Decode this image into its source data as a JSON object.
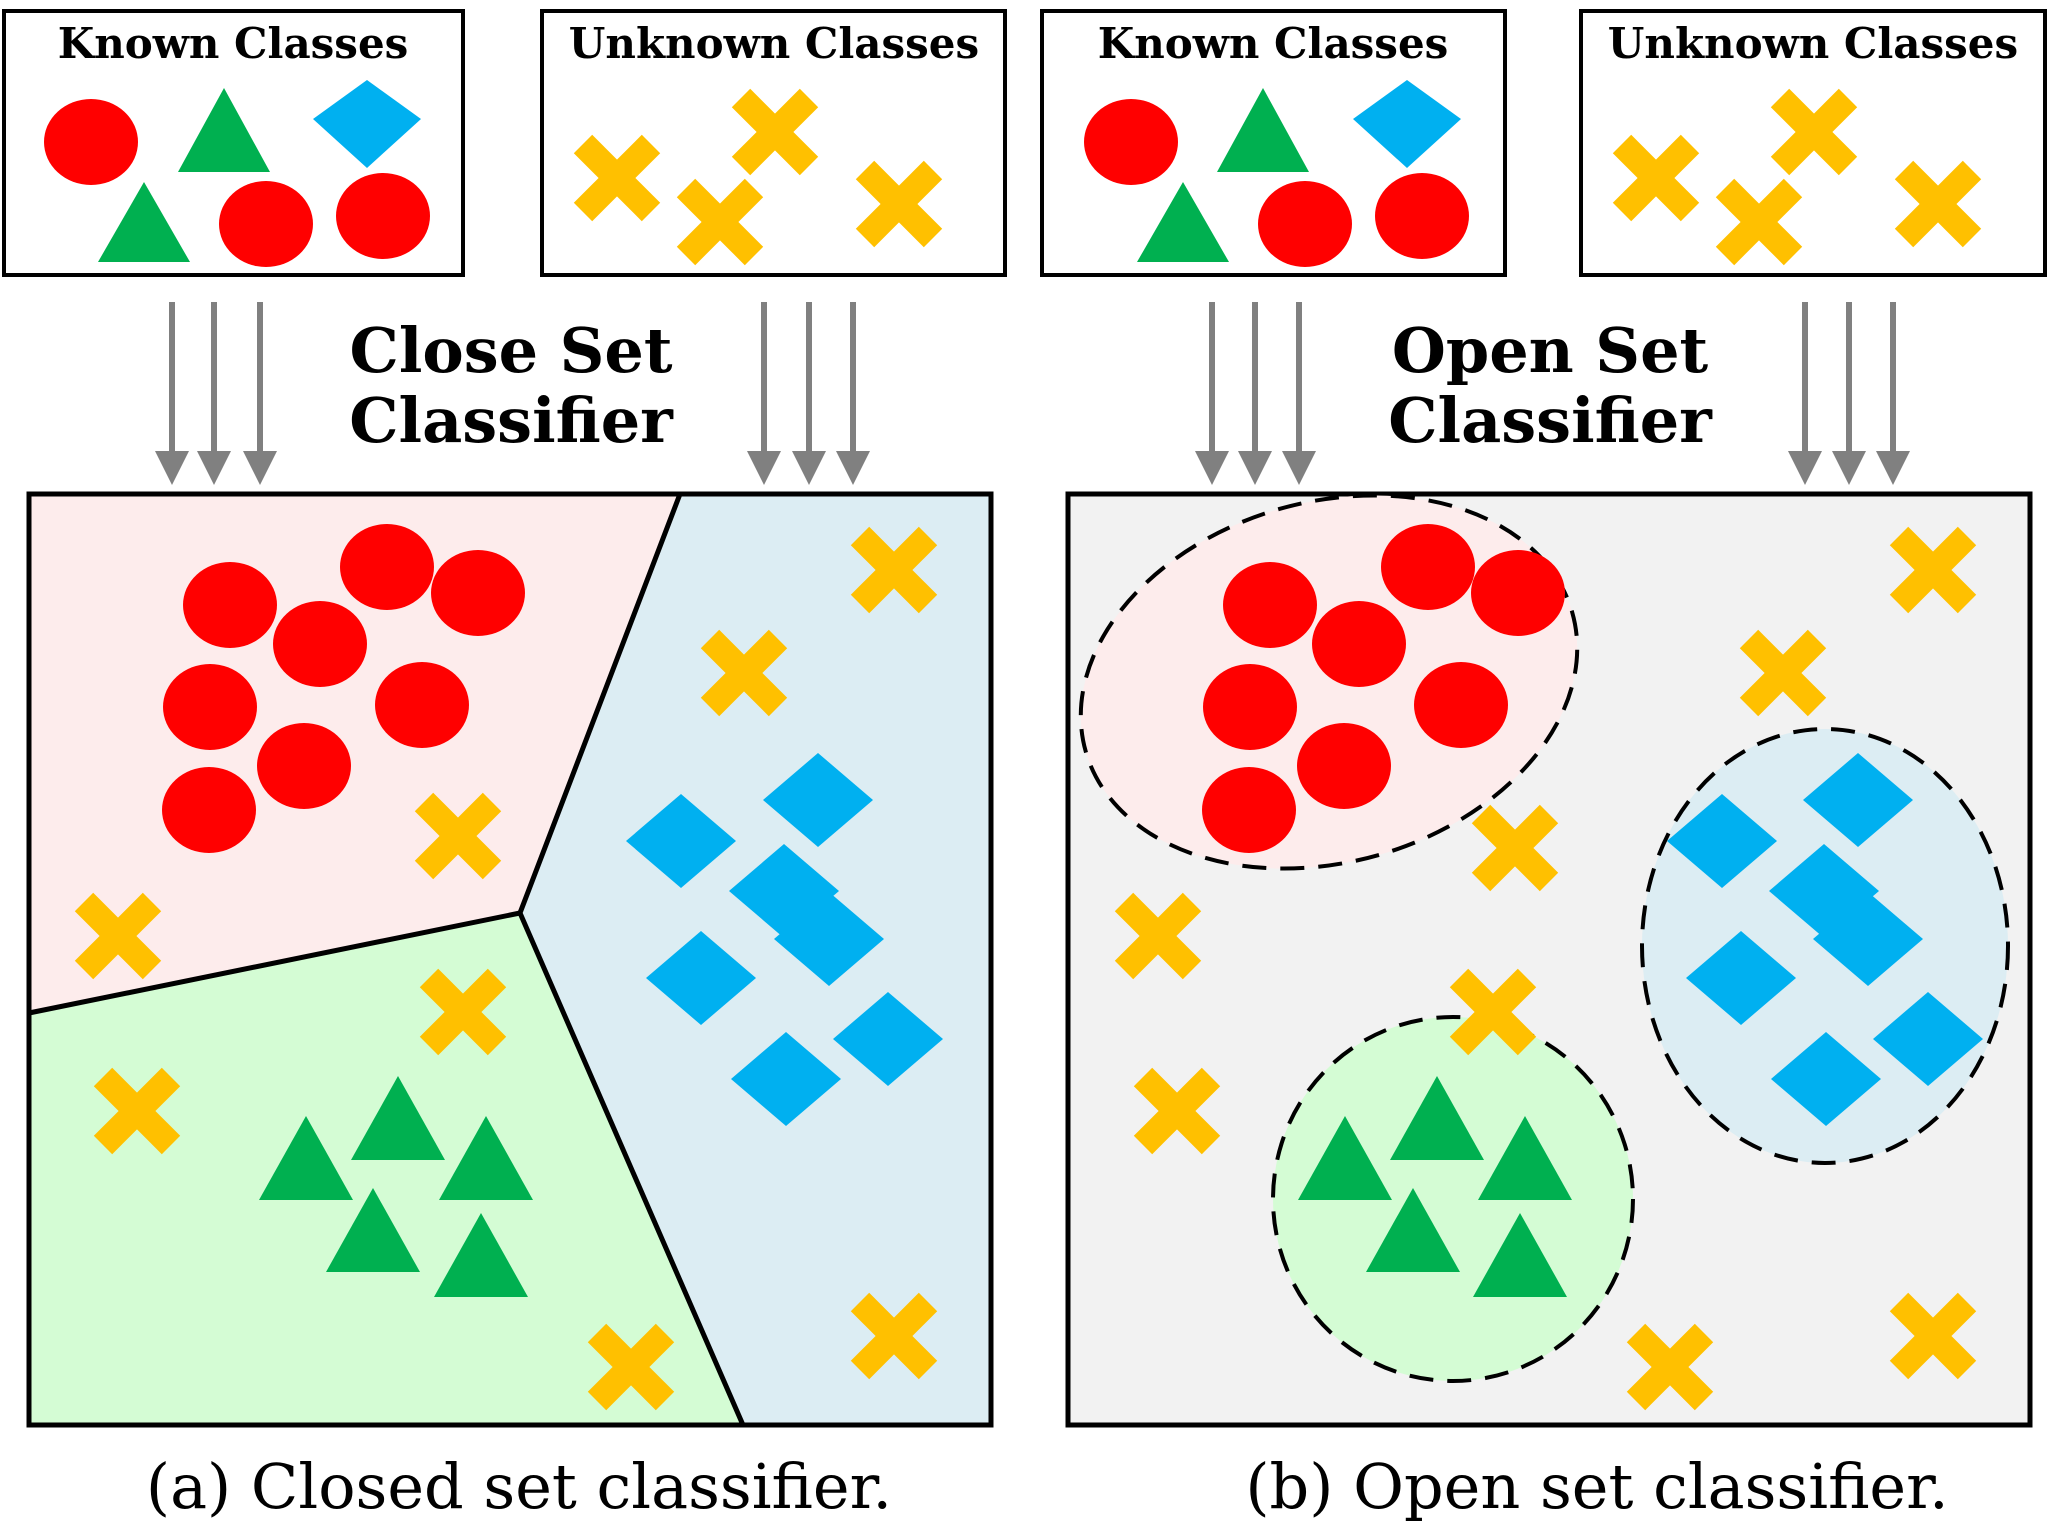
{
  "panels": [
    {
      "id": "closed",
      "known_label": "Known Classes",
      "unknown_label": "Unknown Classes",
      "classifier_line1": "Close Set",
      "classifier_line2": "Classifier",
      "caption": "(a) Closed set classifier."
    },
    {
      "id": "open",
      "known_label": "Known Classes",
      "unknown_label": "Unknown Classes",
      "classifier_line1": "Open Set",
      "classifier_line2": "Classifier",
      "caption": "(b) Open set classifier."
    }
  ],
  "colors": {
    "circle_class": "#ff0000",
    "triangle_class": "#00b050",
    "diamond_class": "#00b0f0",
    "unknown_cross": "#ffc000",
    "arrow": "#808080",
    "region_red": "#fdecec",
    "region_green": "#d4fcd4",
    "region_blue": "#dcedf3",
    "open_background": "#f2f2f2"
  }
}
